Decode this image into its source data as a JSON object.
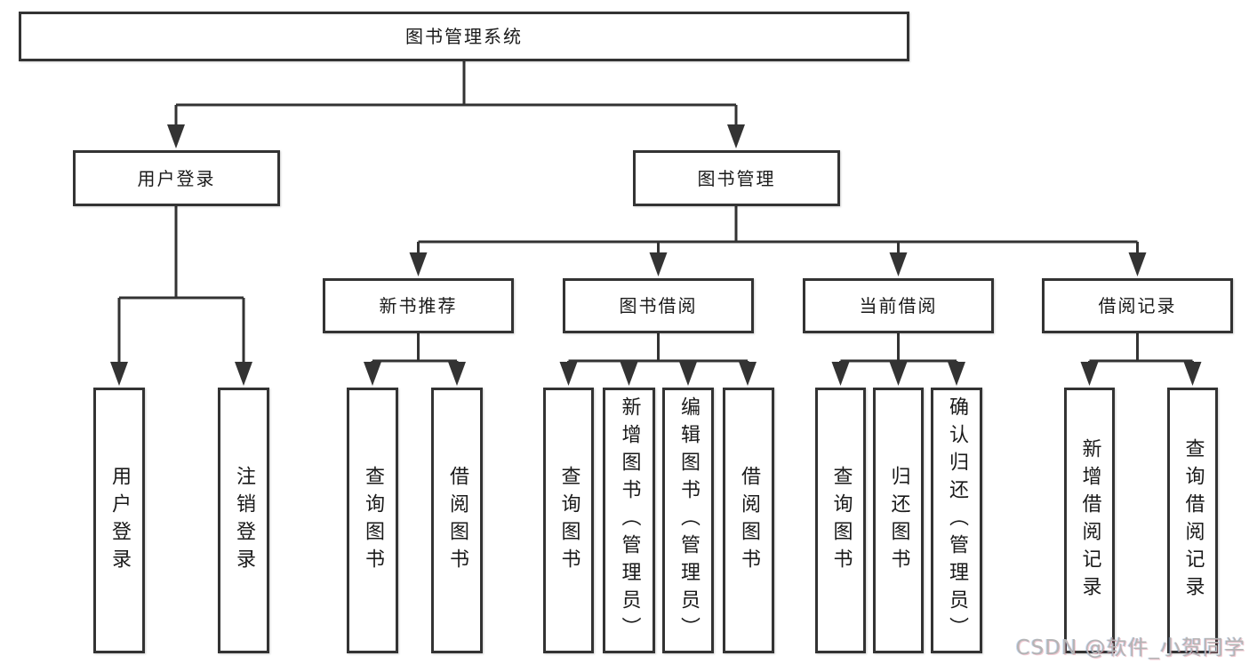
{
  "tree": {
    "label": "图书管理系统",
    "children": [
      {
        "label": "用户登录",
        "children": [
          {
            "label": "用户登录"
          },
          {
            "label": "注销登录"
          }
        ]
      },
      {
        "label": "图书管理",
        "children": [
          {
            "label": "新书推荐",
            "children": [
              {
                "label": "查询图书"
              },
              {
                "label": "借阅图书"
              }
            ]
          },
          {
            "label": "图书借阅",
            "children": [
              {
                "label": "查询图书"
              },
              {
                "label": "新增图书（管理员）"
              },
              {
                "label": "编辑图书（管理员）"
              },
              {
                "label": "借阅图书"
              }
            ]
          },
          {
            "label": "当前借阅",
            "children": [
              {
                "label": "查询图书"
              },
              {
                "label": "归还图书"
              },
              {
                "label": "确认归还（管理员）"
              }
            ]
          },
          {
            "label": "借阅记录",
            "children": [
              {
                "label": "新增借阅记录"
              },
              {
                "label": "查询借阅记录"
              }
            ]
          }
        ]
      }
    ]
  },
  "watermark": {
    "text": "CSDN @软件_小贺同学"
  },
  "colors": {
    "line": "#333333",
    "box_border": "#333333",
    "text": "#1a1a1a",
    "background": "#ffffff",
    "watermark": "#b4b4b4"
  }
}
